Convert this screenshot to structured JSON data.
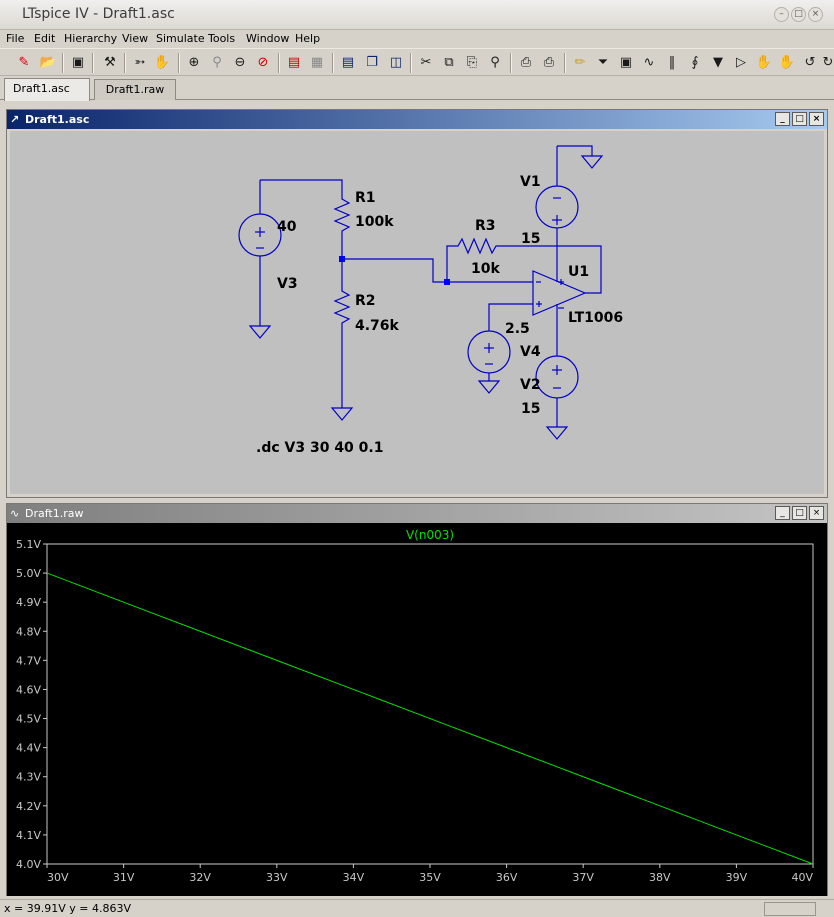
{
  "window": {
    "title": "LTspice IV - Draft1.asc"
  },
  "menu": [
    "File",
    "Edit",
    "Hierarchy",
    "View",
    "Simulate",
    "Tools",
    "Window",
    "Help"
  ],
  "toolbar": {
    "icons": [
      "new-schematic-icon",
      "open-icon",
      "save-icon",
      "control-panel-icon",
      "run-icon",
      "halt-icon",
      "zoom-in-icon",
      "pan-icon",
      "zoom-out-icon",
      "zoom-fit-icon",
      "autorange-icon",
      "grid-icon",
      "tile-horizontal-icon",
      "cascade-icon",
      "tile-vertical-icon",
      "cut-icon",
      "copy-icon",
      "paste-icon",
      "find-icon",
      "print-preview-icon",
      "print-icon",
      "draw-wire-icon",
      "ground-icon",
      "label-net-icon",
      "resistor-icon",
      "capacitor-icon",
      "inductor-icon",
      "diode-icon",
      "component-icon",
      "move-icon",
      "drag-icon",
      "undo-icon",
      "redo-icon"
    ]
  },
  "tabs": [
    {
      "label": "Draft1.asc",
      "active": true
    },
    {
      "label": "Draft1.raw",
      "active": false
    }
  ],
  "schematic": {
    "title": "Draft1.asc",
    "components": {
      "R1": {
        "name": "R1",
        "value": "100k"
      },
      "R2": {
        "name": "R2",
        "value": "4.76k"
      },
      "R3": {
        "name": "R3",
        "value": "10k"
      },
      "V1": {
        "name": "V1",
        "value": "15"
      },
      "V2": {
        "name": "V2",
        "value": "15"
      },
      "V3": {
        "name": "V3",
        "value": "40"
      },
      "V4": {
        "name": "V4",
        "value": "2.5"
      },
      "U1": {
        "name": "U1",
        "value": "LT1006"
      }
    },
    "directive": ".dc V3 30 40 0.1",
    "colors": {
      "background": "#c0c0c0",
      "wire": "#0000c8",
      "node": "#0000ff"
    }
  },
  "waveform": {
    "title": "Draft1.raw",
    "colors": {
      "background": "#000000",
      "trace": "#00e000",
      "axis": "#c8c8c8"
    }
  },
  "chart_data": {
    "type": "line",
    "title": "",
    "series": [
      {
        "name": "V(n003)",
        "x": [
          30,
          31,
          32,
          33,
          34,
          35,
          36,
          37,
          38,
          39,
          40
        ],
        "y": [
          5.0,
          4.9,
          4.8,
          4.7,
          4.6,
          4.5,
          4.4,
          4.3,
          4.2,
          4.1,
          4.0
        ]
      }
    ],
    "xlim": [
      30,
      40
    ],
    "ylim": [
      4.0,
      5.1
    ],
    "xticks": [
      "30V",
      "31V",
      "32V",
      "33V",
      "34V",
      "35V",
      "36V",
      "37V",
      "38V",
      "39V",
      "40V"
    ],
    "yticks": [
      "5.1V",
      "5.0V",
      "4.9V",
      "4.8V",
      "4.7V",
      "4.6V",
      "4.5V",
      "4.4V",
      "4.3V",
      "4.2V",
      "4.1V",
      "4.0V"
    ],
    "xlabel": "",
    "ylabel": "",
    "grid": false
  },
  "status": {
    "text": "x = 39.91V   y = 4.863V"
  }
}
